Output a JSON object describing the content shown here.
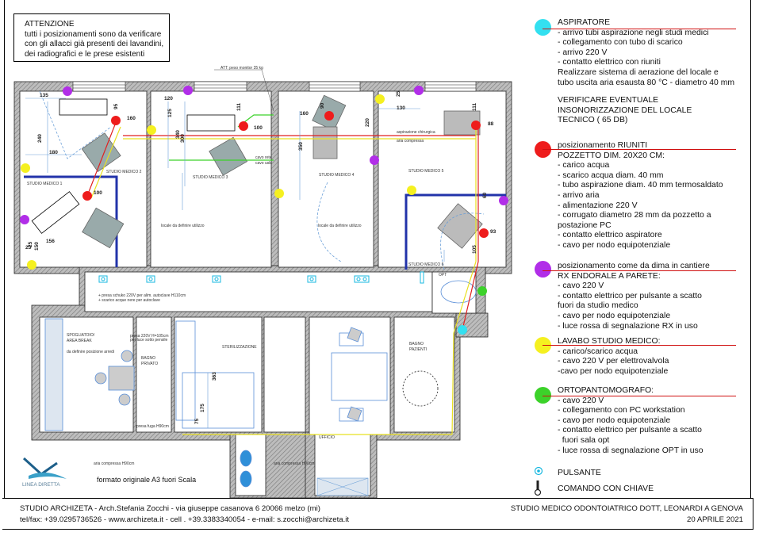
{
  "attention": {
    "title": "ATTENZIONE",
    "lines": [
      "tutti i posizionamenti sono da verificare",
      "con gli allacci già presenti dei lavandini,",
      "dei radiografici e le prese esistenti"
    ]
  },
  "legend": {
    "aspiratore": {
      "color": "#33e0f0",
      "title": "ASPIRATORE",
      "lines": [
        "- arrivo tubi aspirazione negli studi medici",
        "- collegamento con tubo di scarico",
        "- arrivo 220 V",
        "- contatto elettrico con riuniti",
        "Realizzare sistema di aerazione del locale e",
        "tubo uscita aria esausta 80 °C - diametro 40 mm"
      ],
      "note": [
        "VERIFICARE EVENTUALE",
        "INSONORIZZAZIONE DEL LOCALE",
        "TECNICO ( 65 DB)"
      ]
    },
    "riuniti": {
      "color": "#ee1c1c",
      "title": "posizionamento RIUNITI",
      "lines": [
        "POZZETTO DIM. 20X20 CM:",
        "- carico acqua",
        "- scarico acqua diam. 40 mm",
        "- tubo aspirazione diam. 40 mm termosaldato",
        "- arrivo aria",
        "- alimentazione 220 V",
        "- corrugato diametro 28 mm da pozzetto a",
        "postazione PC",
        "- contatto elettrico aspiratore",
        "- cavo per nodo equipotenziale"
      ]
    },
    "rx": {
      "color": "#b12ee8",
      "title": "posizionamento come da dima in cantiere",
      "lines": [
        "RX ENDORALE A PARETE:",
        "- cavo 220 V",
        "- contatto elettrico per pulsante a scatto",
        "fuori da studio medico",
        "- cavo per nodo equipotenziale",
        "- luce rossa di segnalazione RX in uso"
      ]
    },
    "lavabo": {
      "color": "#f5f020",
      "title": "LAVABO STUDIO MEDICO:",
      "lines": [
        "- carico/scarico acqua",
        "- cavo 220 V per elettrovalvola",
        "-cavo per nodo equipotenziale"
      ]
    },
    "opt": {
      "color": "#3cd22a",
      "title": "ORTOPANTOMOGRAFO:",
      "lines": [
        "- cavo 220 V",
        "- collegamento con PC workstation",
        "- cavo per nodo equipotenziale",
        "- contatto elettrico per pulsante a scatto",
        "  fuori sala opt",
        "- luce rossa di segnalazione OPT in uso"
      ]
    },
    "pulsante": "PULSANTE",
    "comando": "COMANDO CON CHIAVE"
  },
  "plan": {
    "rooms": {
      "sm1": "STUDIO MEDICO 1",
      "sm2": "STUDIO MEDICO 2",
      "sm3": "STUDIO MEDICO 3",
      "sm4": "STUDIO MEDICO 4",
      "sm5": "STUDIO MEDICO 5",
      "sm6": "STUDIO MEDICO 6",
      "locale_a": "locale da definire utilizzo",
      "locale_b": "locale da definire utilizzo",
      "spogliatoio1": "SPOGLIATOIO/",
      "spogliatoio2": "AREA BREAK",
      "spogliatoio_note": "da definire posizione arredi",
      "bagno_privato1": "BAGNO",
      "bagno_privato2": "PRIVATO",
      "sterilizzazione": "STERILIZZAZIONE",
      "bagno_pazienti1": "BAGNO",
      "bagno_pazienti2": "PAZIENTI",
      "ufficio": "UFFICIO",
      "opt": "OPT"
    },
    "notes": {
      "monitor": "ATT: peso monitor 35 kg",
      "aspirazione": "aspirazione chirurgica",
      "aria": "aria compressa",
      "cavo_rete": "cavo rete",
      "cavo_usb": "cavo usb",
      "presa1": "+ presa schuko 220V per alim. autoclave H110cm",
      "presa2": "+ scarico acque nere per autoclave",
      "presa3": "presa 220V H=105cm",
      "presa4": "per luce sotto pensile",
      "presa5": "presa fuga H90cm",
      "aria_comp1": "aria compressa H90cm",
      "aria_comp2": "aria compressa H90cm"
    },
    "dims": [
      "135",
      "240",
      "180",
      "156",
      "150",
      "25",
      "95",
      "160",
      "100",
      "120",
      "125",
      "340",
      "300",
      "111",
      "100",
      "160",
      "90",
      "350",
      "220",
      "25",
      "130",
      "111",
      "88",
      "60",
      "93",
      "105",
      "363",
      "175",
      "75",
      "25"
    ]
  },
  "logo_text": "LINEA DIRETTA",
  "scale_note": "formato originale A3 fuori Scala",
  "footer": {
    "line1": "STUDIO ARCHIZETA - Arch.Stefania Zocchi - via giuseppe casanova 6 20066 melzo (mi)",
    "line2": "tel/fax: +39.0295736526  - www.archizeta.it - cell . +39.3383340054 -  e-mail: s.zocchi@archizeta.it",
    "project": "STUDIO MEDICO ODONTOIATRICO DOTT, LEONARDI A GENOVA",
    "date": "20 APRILE  2021"
  }
}
